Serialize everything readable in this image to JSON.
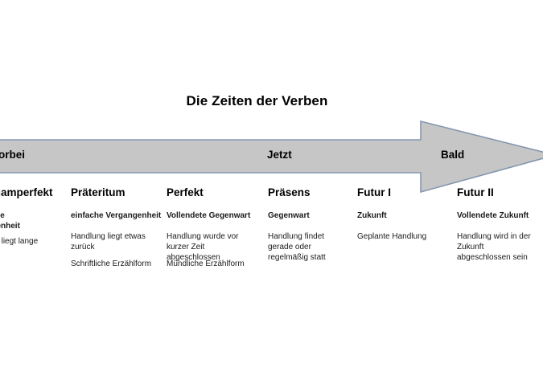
{
  "title": "Die Zeiten der Verben",
  "arrow": {
    "fill_color": "#c6c6c6",
    "stroke_color": "#8497b0",
    "labels": {
      "past": "Vorbei",
      "present": "Jetzt",
      "future": "Bald"
    }
  },
  "columns": [
    {
      "id": "plusquamperfekt",
      "name": "Plusquamperfekt",
      "subtitle": "Vollendete Vergangenheit",
      "descriptions": [
        "Handlung liegt lange zurück"
      ]
    },
    {
      "id": "praeteritum",
      "name": "Präteritum",
      "subtitle": "einfache Vergangenheit",
      "descriptions": [
        "Handlung liegt etwas zurück",
        "Schriftliche Erzählform"
      ]
    },
    {
      "id": "perfekt",
      "name": "Perfekt",
      "subtitle": "Vollendete Gegenwart",
      "descriptions": [
        "Handlung wurde vor kurzer Zeit abgeschlossen",
        "Mündliche Erzählform"
      ]
    },
    {
      "id": "praesens",
      "name": "Präsens",
      "subtitle": "Gegenwart",
      "descriptions": [
        "Handlung findet gerade oder regelmäßig statt"
      ]
    },
    {
      "id": "futur1",
      "name": "Futur I",
      "subtitle": "Zukunft",
      "descriptions": [
        "Geplante Handlung"
      ]
    },
    {
      "id": "futur2",
      "name": "Futur II",
      "subtitle": "Vollendete Zukunft",
      "descriptions": [
        "Handlung wird in der Zukunft abgeschlossen sein"
      ]
    }
  ]
}
